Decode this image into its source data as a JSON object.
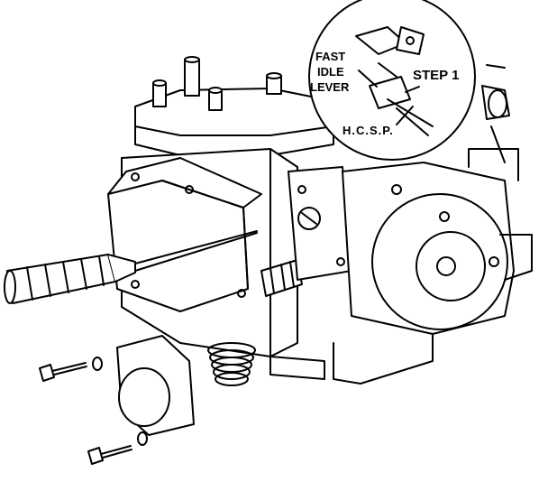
{
  "labels": {
    "fast": "FAST",
    "idle": "IDLE",
    "lever": "LEVER",
    "step": "STEP 1",
    "hcsp": "H.C.S.P."
  },
  "colors": {
    "ink": "#000000",
    "paper": "#ffffff"
  }
}
